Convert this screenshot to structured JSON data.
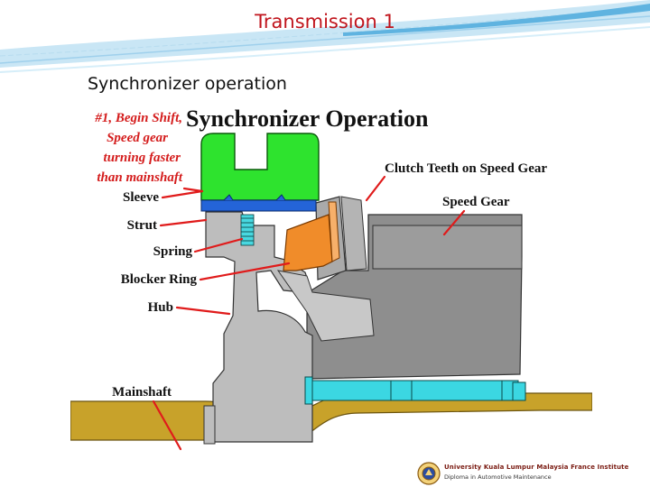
{
  "slide": {
    "title": "Transmission 1",
    "subtitle": "Synchronizer operation"
  },
  "diagram": {
    "heading": "Synchronizer Operation",
    "step_lines": [
      "#1, Begin Shift,",
      "Speed gear",
      "turning faster",
      "than mainshaft"
    ],
    "labels": {
      "sleeve": "Sleeve",
      "strut": "Strut",
      "spring": "Spring",
      "blocker_ring": "Blocker Ring",
      "hub": "Hub",
      "mainshaft": "Mainshaft",
      "clutch_teeth": "Clutch Teeth on Speed Gear",
      "speed_gear": "Speed Gear"
    }
  },
  "footer": {
    "institute": "University Kuala Lumpur Malaysia France Institute",
    "program": "Diploma in Automotive Maintenance"
  }
}
